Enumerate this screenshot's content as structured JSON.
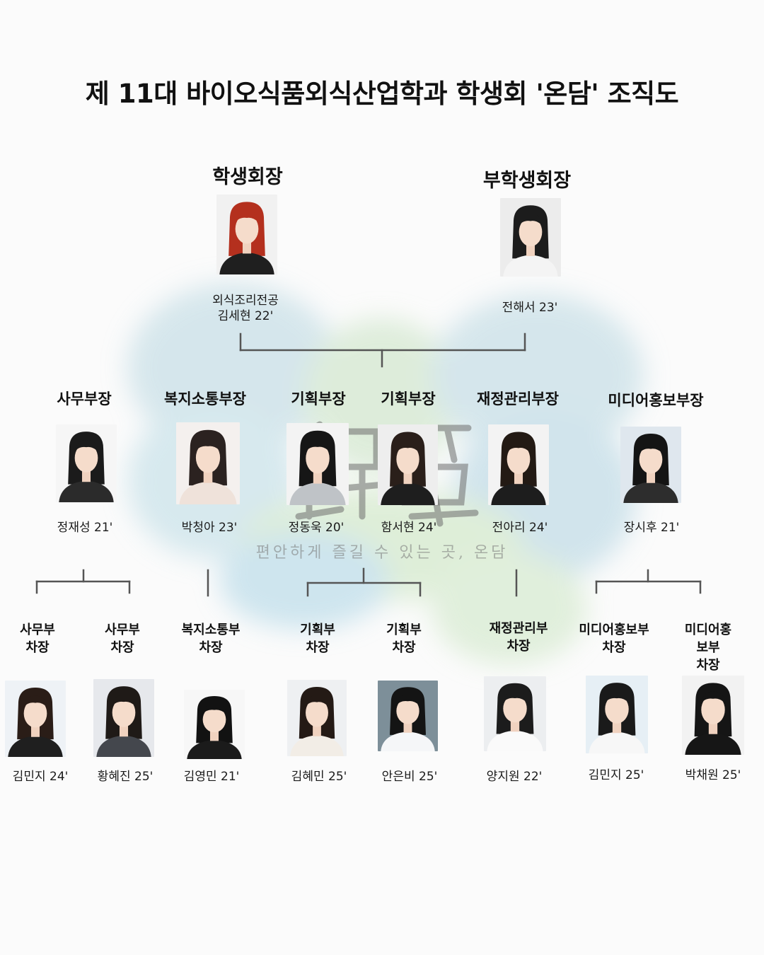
{
  "title": "제 11대 바이오식품외식산업학과 학생회 '온담' 조직도",
  "watermark": {
    "tagline": "편안하게 즐길 수 있는 곳, 온담",
    "colors": [
      "#cfe3ea",
      "#d9ecd6",
      "#bfe0ec"
    ]
  },
  "top": [
    {
      "role": "학생회장",
      "name": "외식조리전공\n김세현 22'",
      "hair": "#b4301e",
      "top": "#1f1f1f",
      "bg": "#f1f1f1"
    },
    {
      "role": "부학생회장",
      "name": "전해서 23'",
      "hair": "#1c1c1c",
      "top": "#f4f4f4",
      "bg": "#ececec"
    }
  ],
  "heads": [
    {
      "role": "사무부장",
      "name": "정재성 21'",
      "hair": "#1b1b1b",
      "top": "#2b2b2b",
      "bg": "#f6f6f6"
    },
    {
      "role": "복지소통부장",
      "name": "박청아 23'",
      "hair": "#2b2220",
      "top": "#efe2da",
      "bg": "#f4f0ee"
    },
    {
      "role": "기획부장",
      "name": "정동욱 20'",
      "hair": "#161616",
      "top": "#bfc3c7",
      "bg": "#f3f3f3"
    },
    {
      "role": "기획부장",
      "name": "함서현 24'",
      "hair": "#2a1f1a",
      "top": "#1e1e1e",
      "bg": "#eeeeee"
    },
    {
      "role": "재정관리부장",
      "name": "전아리 24'",
      "hair": "#231a14",
      "top": "#1d1d1d",
      "bg": "#f3f3f3"
    },
    {
      "role": "미디어홍보부장",
      "name": "장시후 21'",
      "hair": "#141414",
      "top": "#2d2d2d",
      "bg": "#dfe7ee"
    }
  ],
  "deputies": [
    {
      "role": "사무부\n차장",
      "name": "김민지 24'",
      "hair": "#2a1d17",
      "top": "#1f1f1f",
      "bg": "#eef2f6"
    },
    {
      "role": "사무부\n차장",
      "name": "황혜진 25'",
      "hair": "#1f1a17",
      "top": "#44474d",
      "bg": "#e6e8ec"
    },
    {
      "role": "복지소통부\n차장",
      "name": "김영민 21'",
      "hair": "#121212",
      "top": "#1b1b1b",
      "bg": "#f7f7f7"
    },
    {
      "role": "기획부\n차장",
      "name": "김혜민 25'",
      "hair": "#241a15",
      "top": "#f2ede6",
      "bg": "#eef0f2"
    },
    {
      "role": "기획부\n차장",
      "name": "안은비 25'",
      "hair": "#141414",
      "top": "#f5f6f8",
      "bg": "#7d8f99"
    },
    {
      "role": "재정관리부\n차장",
      "name": "양지원 22'",
      "hair": "#1c1c1c",
      "top": "#fafafa",
      "bg": "#eceef0"
    },
    {
      "role": "미디어홍보부\n차장",
      "name": "김민지 25'",
      "hair": "#1a1a1a",
      "top": "#f7f7f7",
      "bg": "#e6eff5"
    },
    {
      "role": "미디어홍보부\n차장",
      "name": "박채원 25'",
      "hair": "#151515",
      "top": "#161616",
      "bg": "#f2f2f2"
    }
  ]
}
